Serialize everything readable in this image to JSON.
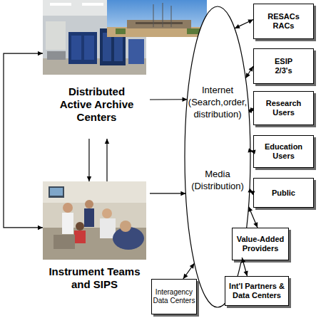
{
  "diagram": {
    "nodes": [
      {
        "text": [
          "Distributed Active Archive Centers"
        ]
      },
      {
        "text": [
          "Instrument Teams and SIPS"
        ]
      },
      {
        "text": [
          "Internet (Search,order, distribution)",
          "Media (Distribution)"
        ]
      },
      {
        "text": [
          "RESACs RACs"
        ]
      },
      {
        "text": [
          "ESIP 2/3's"
        ]
      },
      {
        "text": [
          "Research Users"
        ]
      },
      {
        "text": [
          "Education Users"
        ]
      },
      {
        "text": [
          "Public"
        ]
      },
      {
        "text": [
          "Value-Added Providers"
        ]
      },
      {
        "text": [
          "Int'l Partners & Data Centers"
        ]
      },
      {
        "text": [
          "Interagency Data Centers"
        ]
      }
    ],
    "edges": [
      {
        "from": 0,
        "to": 2,
        "arrow": "to"
      },
      {
        "from": 0,
        "to": 1,
        "arrow": "to"
      },
      {
        "from": 1,
        "to": 0,
        "arrow": "to"
      },
      {
        "from": 0,
        "to": 1,
        "arrow": "both"
      },
      {
        "from": 1,
        "to": 2,
        "arrow": "to"
      },
      {
        "from": 2,
        "to": 3,
        "arrow": "both"
      },
      {
        "from": 2,
        "to": 4,
        "arrow": "both"
      },
      {
        "from": 2,
        "to": 5,
        "arrow": "both"
      },
      {
        "from": 2,
        "to": 6,
        "arrow": "both"
      },
      {
        "from": 2,
        "to": 7,
        "arrow": "both"
      },
      {
        "from": 2,
        "to": 8,
        "arrow": "both"
      },
      {
        "from": 2,
        "to": 9,
        "arrow": "both"
      },
      {
        "from": 2,
        "to": 10,
        "arrow": "both"
      }
    ]
  }
}
